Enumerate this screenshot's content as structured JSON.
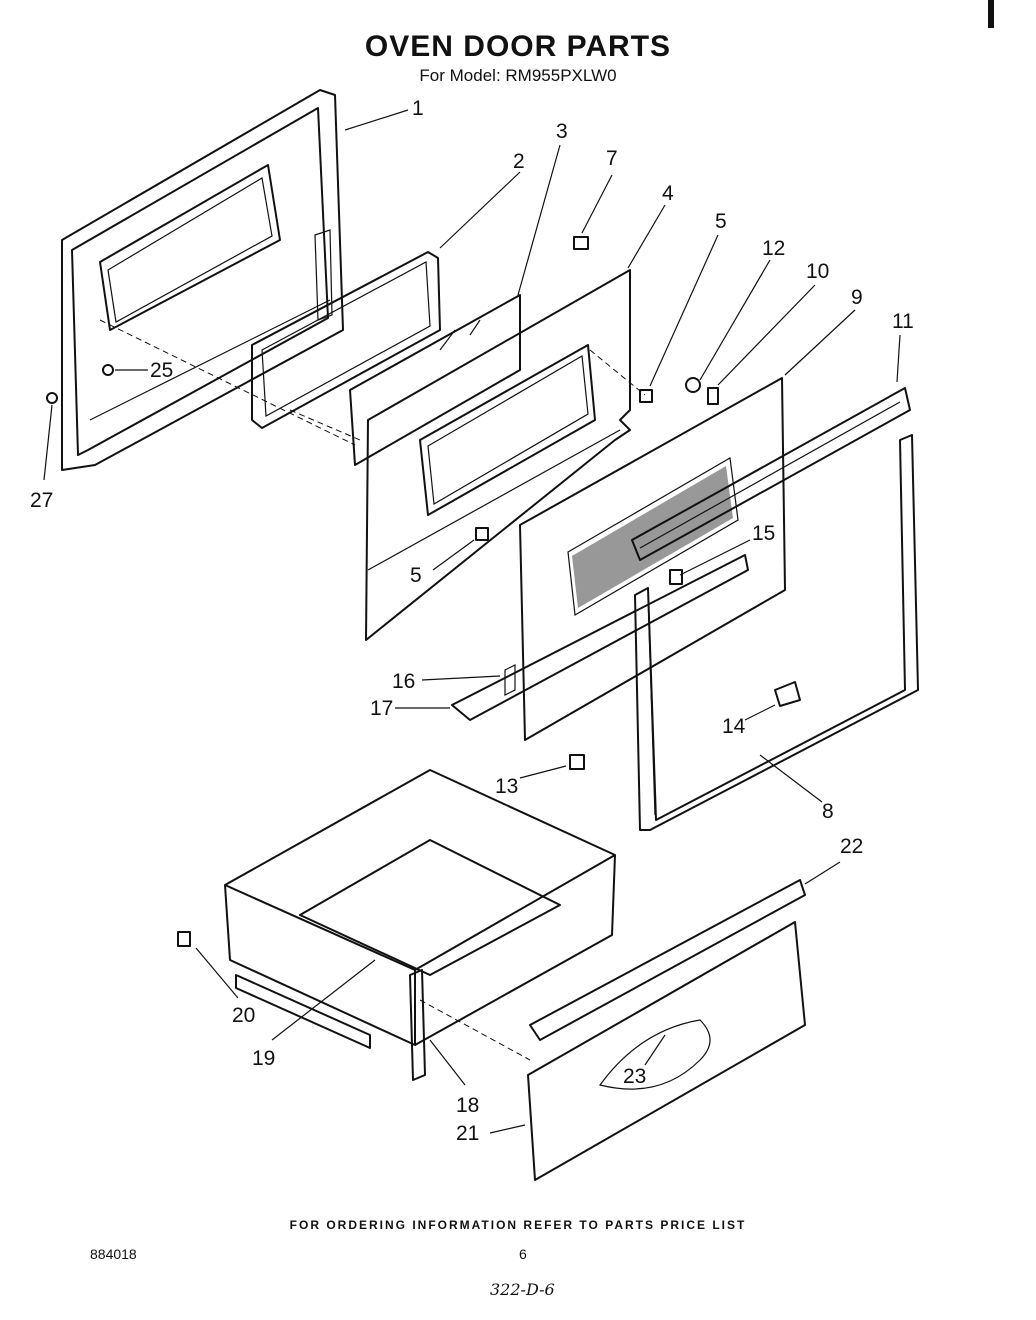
{
  "header": {
    "title": "OVEN DOOR PARTS",
    "subtitle": "For Model: RM955PXLW0"
  },
  "callouts": [
    "1",
    "2",
    "3",
    "7",
    "4",
    "5",
    "12",
    "10",
    "9",
    "11",
    "25",
    "27",
    "5",
    "15",
    "16",
    "17",
    "14",
    "13",
    "8",
    "22",
    "20",
    "19",
    "18",
    "23",
    "21"
  ],
  "footer": {
    "note": "FOR ORDERING INFORMATION REFER TO PARTS PRICE LIST",
    "doc_number": "884018",
    "page_number": "6",
    "handwritten_ref": "322-D-6"
  }
}
